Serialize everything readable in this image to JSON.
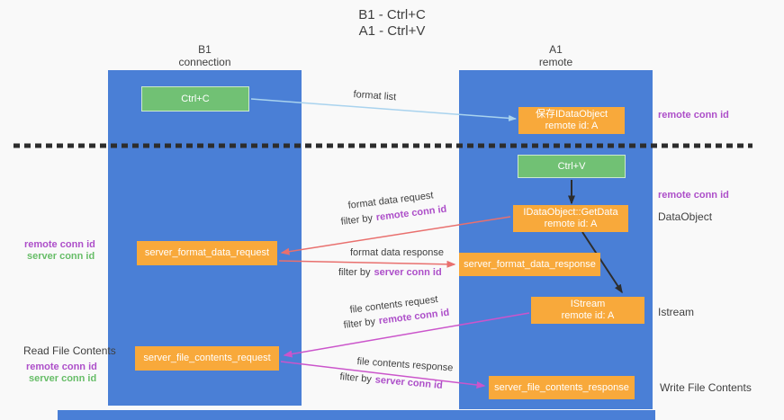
{
  "title": {
    "line1": "B1 - Ctrl+C",
    "line2": "A1 - Ctrl+V"
  },
  "lifelines": {
    "left": {
      "name": "B1",
      "role": "connection"
    },
    "right": {
      "name": "A1",
      "role": "remote"
    }
  },
  "boxes": {
    "ctrl_c": {
      "label": "Ctrl+C"
    },
    "save_idataobject": {
      "line1": "保存IDataObject",
      "line2": "remote id: A"
    },
    "ctrl_v": {
      "label": "Ctrl+V"
    },
    "getdata": {
      "line1": "IDataObject::GetData",
      "line2": "remote id: A"
    },
    "format_request": {
      "label": "server_format_data_request"
    },
    "format_response": {
      "label": "server_format_data_response"
    },
    "istream": {
      "line1": "IStream",
      "line2": "remote id: A"
    },
    "file_request": {
      "label": "server_file_contents_request"
    },
    "file_response": {
      "label": "server_file_contents_response"
    }
  },
  "edges": {
    "format_list": "format list",
    "format_data_request": "format data request",
    "format_data_request_filter": {
      "prefix": "filter by",
      "id": "remote conn id"
    },
    "format_data_response": "format data response",
    "format_data_response_filter": {
      "prefix": "filter by",
      "id": "server conn id"
    },
    "file_contents_request": "file contents request",
    "file_contents_request_filter": {
      "prefix": "filter by",
      "id": "remote conn id"
    },
    "file_contents_response": "file contents response",
    "file_contents_response_filter": {
      "prefix": "filter by",
      "id": "server conn id"
    }
  },
  "annotations": {
    "right_remote_conn_id_top": "remote conn id",
    "right_remote_conn_id_mid": "remote conn id",
    "right_dataobject": "DataObject",
    "right_istream": "Istream",
    "right_write_file_contents": "Write File Contents",
    "left_remote_conn_id_1": "remote conn id",
    "left_server_conn_id_1": "server conn id",
    "left_read_file_contents": "Read File Contents",
    "left_remote_conn_id_2": "remote conn id",
    "left_server_conn_id_2": "server conn id"
  },
  "colors": {
    "lifeline_blue": "#4a7fd6",
    "box_green": "#71c174",
    "box_orange": "#f8a93b",
    "arrow_light_blue": "#a9d3ee",
    "arrow_red": "#e9706e",
    "arrow_magenta": "#cb55cb",
    "arrow_black": "#2d2d2d",
    "text_purple": "#ad4fc9",
    "text_green": "#67bd68",
    "text_dark": "#3f3f3f"
  }
}
